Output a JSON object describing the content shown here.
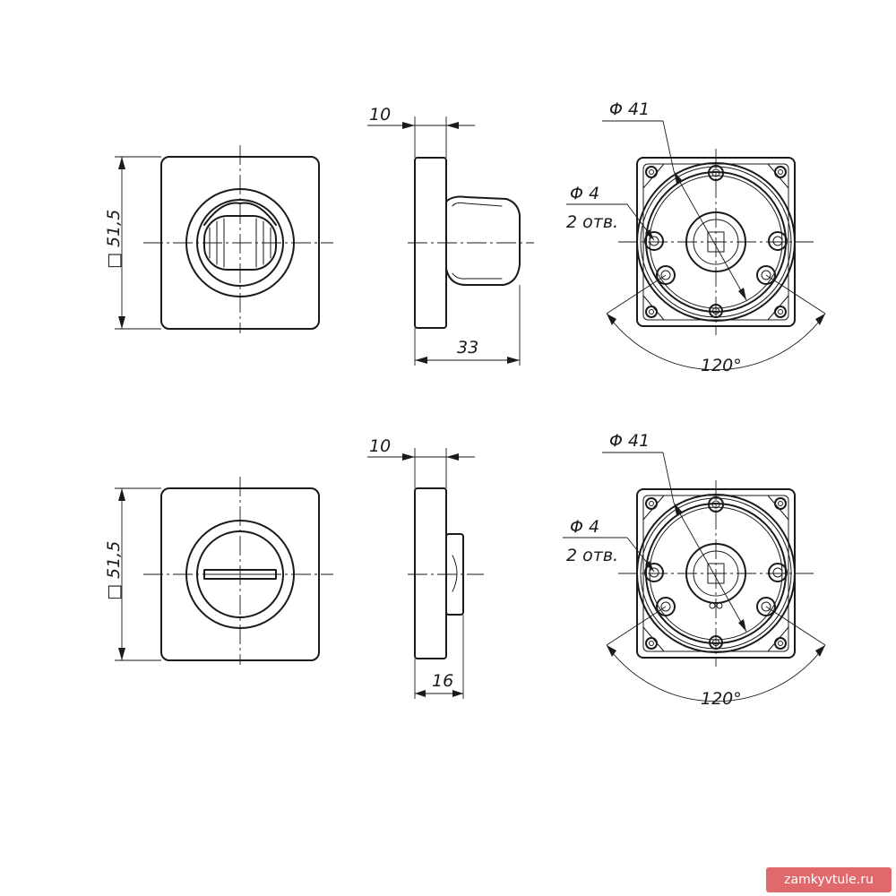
{
  "drawings": [
    {
      "id": "handle",
      "front_size_label": "□ 51,5",
      "plate_thickness_label": "10",
      "overall_depth_label": "33",
      "ring_diameter_label": "Φ 41",
      "hole_diameter_label": "Φ 4",
      "hole_count_label": "2 отв.",
      "hole_angle_label": "120°"
    },
    {
      "id": "turn-knob",
      "front_size_label": "□ 51,5",
      "plate_thickness_label": "10",
      "overall_depth_label": "16",
      "ring_diameter_label": "Φ 41",
      "hole_diameter_label": "Φ 4",
      "hole_count_label": "2 отв.",
      "hole_angle_label": "120°"
    }
  ],
  "watermark": "zamkyvtule.ru"
}
